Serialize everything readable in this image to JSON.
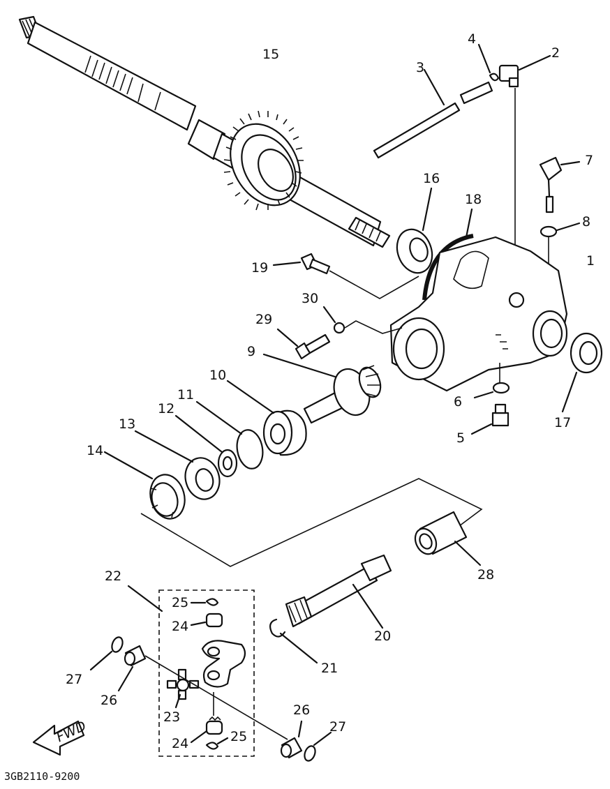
{
  "diagram": {
    "part_code": "3GB2110-9200",
    "fwd_label": "FWD",
    "callouts": {
      "c1": "1",
      "c2": "2",
      "c3": "3",
      "c4": "4",
      "c5": "5",
      "c6": "6",
      "c7": "7",
      "c8": "8",
      "c9": "9",
      "c10": "10",
      "c11": "11",
      "c12": "12",
      "c13": "13",
      "c14": "14",
      "c15": "15",
      "c16": "16",
      "c17": "17",
      "c18": "18",
      "c19": "19",
      "c20": "20",
      "c21": "21",
      "c22": "22",
      "c23": "23",
      "c24a": "24",
      "c24b": "24",
      "c25a": "25",
      "c25b": "25",
      "c26a": "26",
      "c26b": "26",
      "c27a": "27",
      "c27b": "27",
      "c28": "28",
      "c29": "29",
      "c30": "30"
    }
  }
}
